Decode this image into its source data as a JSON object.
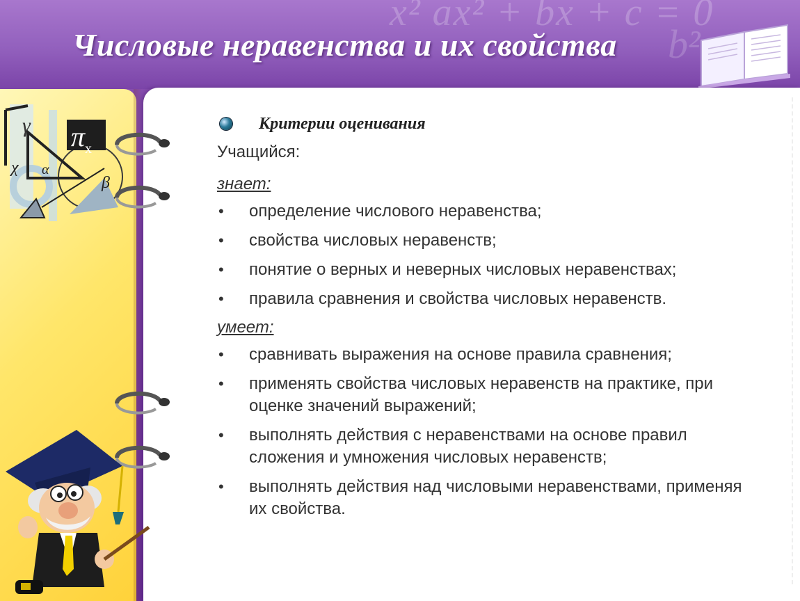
{
  "slide": {
    "title": "Числовые неравенства и их свойства",
    "heading": "Критерии оценивания",
    "student_label": "Учащийся:",
    "sections": [
      {
        "label": "знает:",
        "items": [
          "определение числового неравенства;",
          "свойства числовых неравенств;",
          "понятие о верных и неверных числовых неравенствах;",
          "правила сравнения  и свойства числовых неравенств."
        ]
      },
      {
        "label": "умеет:",
        "items": [
          "сравнивать выражения на основе правила сравнения;",
          "применять свойства числовых неравенств  на практике, при оценке значений выражений;",
          "выполнять действия с неравенствами на основе правил сложения и умножения числовых неравенств;",
          "выполнять действия над числовыми неравенствами, применяя их свойства."
        ]
      }
    ],
    "bullet_char": "•"
  },
  "decor": {
    "formula_text": "x² ax² + bx + c = 0",
    "formula_text2": "b²",
    "collage_symbols": [
      "γ",
      "π",
      "x",
      "α",
      "β",
      "χ"
    ]
  },
  "icons": {
    "bullet_marker": "globe-bullet-icon",
    "book": "open-book-icon",
    "rings": "binder-ring-icon",
    "mascot": "professor-mascot-icon"
  },
  "colors": {
    "header": "#9260bd",
    "left_panel": "#ffe66a",
    "page": "#ffffff",
    "title_text": "#ffffff"
  }
}
